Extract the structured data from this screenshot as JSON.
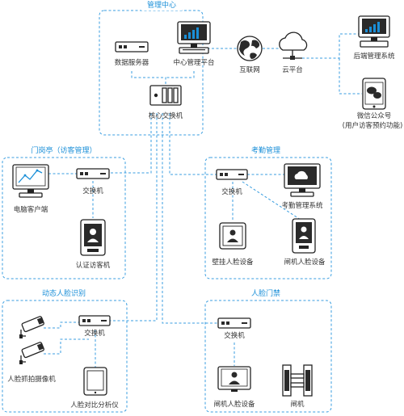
{
  "groups": {
    "management": "管理中心",
    "gatehouse": "门岗亭（访客管理）",
    "attendance": "考勤管理",
    "dynamic_face": "动态人脸识别",
    "face_access": "人脸门禁"
  },
  "devices": {
    "data_server": "数据服务器",
    "center_platform": "中心管理平台",
    "core_switch": "核心交换机",
    "internet": "互联网",
    "cloud_platform": "云平台",
    "backend_system": "后端管理系统",
    "wechat_line1": "微信公众号",
    "wechat_line2": "(用户访客预约功能)",
    "pc_client": "电脑客户端",
    "gate_switch": "交换机",
    "visitor_machine": "认证访客机",
    "att_switch": "交换机",
    "att_system": "考勤管理系统",
    "wall_face": "壁挂人脸设备",
    "att_gate_face": "闸机人脸设备",
    "dyn_switch": "交换机",
    "capture_camera": "人脸抓拍摄像机",
    "analyzer": "人脸对比分析仪",
    "acc_switch": "交换机",
    "acc_gate_face": "闸机人脸设备",
    "turnstile": "闸机"
  }
}
